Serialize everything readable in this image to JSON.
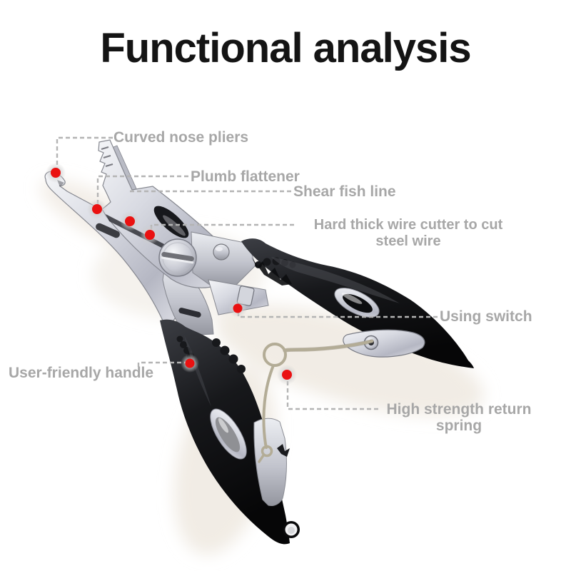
{
  "title": "Functional analysis",
  "figure": {
    "name": "split-ring-fishing-pliers-photo",
    "description": "black-handled stainless fishing pliers with curved split-ring nose, scissors blades, pivot screw and return spring"
  },
  "annotations": {
    "curved_nose_pliers": {
      "label": "Curved nose pliers"
    },
    "plumb_flattener": {
      "label": "Plumb flattener"
    },
    "shear_fish_line": {
      "label": "Shear fish line"
    },
    "hard_wire_cutter": {
      "line1": "Hard thick wire cutter to cut",
      "line2": "steel wire"
    },
    "using_switch": {
      "label": "Using switch"
    },
    "user_friendly_handle": {
      "label": "User-friendly handle"
    },
    "return_spring": {
      "line1": "High strength return",
      "line2": "spring"
    }
  },
  "colors": {
    "title_color": "#141414",
    "label_gray": "#a7a7a7",
    "connector_gray": "#b4b4b4",
    "marker_red": "#ea1111",
    "handle_black": "#141518",
    "metal_silver": "#d8dae2",
    "spring_metal": "#b3ac96",
    "background": "#ffffff"
  }
}
